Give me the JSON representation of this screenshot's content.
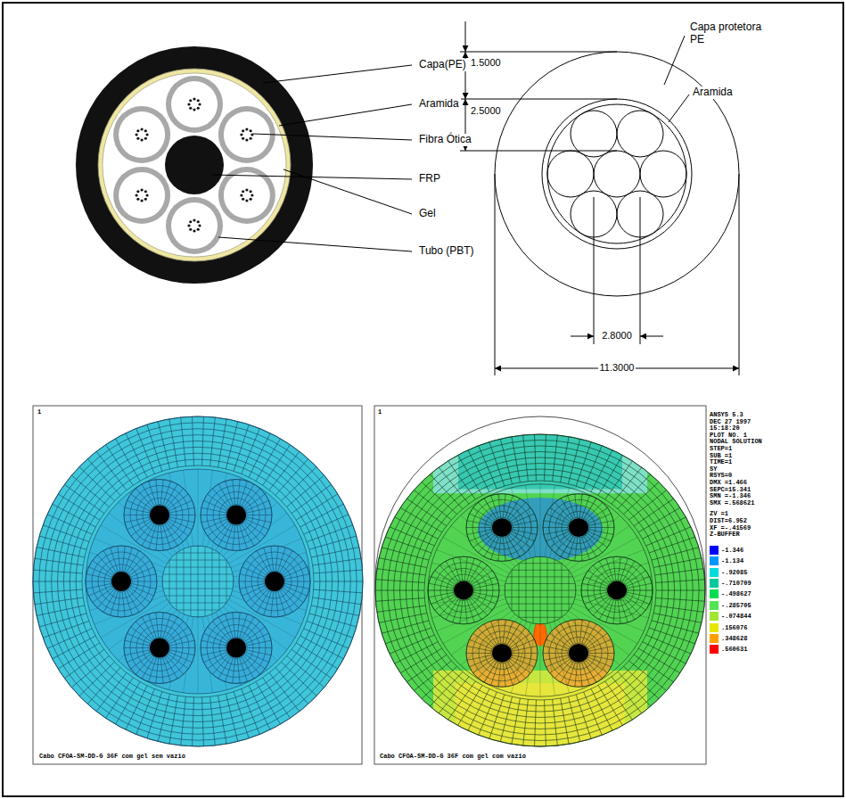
{
  "diagram": {
    "labels": [
      "Capa(PE)",
      "Aramida",
      "Fibra Ótica",
      "FRP",
      "Gel",
      "Tubo (PBT)",
      "1.5000",
      "2.5000",
      "Capa protetora PE",
      "Aramida",
      "2.8000",
      "11.3000",
      "1",
      "Cabo CFOA-SM-DD-G 36F com gel sem vazio",
      "1",
      "Cabo CFOA-SM-DD-G 36F com gel com vazio",
      "ANSYS 5.3",
      "DEC 27 1997",
      "15:18:20",
      "PLOT NO. 1",
      "NODAL SOLUTION",
      "STEP=1",
      "SUB =1",
      "TIME=1",
      "SY",
      "RSYS=0",
      "DMX =1.466",
      "SEPC=15.341",
      "SMN =-1.346",
      "SMX =.568621",
      "ZV =1",
      "DIST=6.952",
      "XF =-.41569",
      "Z-BUFFER"
    ],
    "legend": [
      {
        "text": "-1.346",
        "color": "#0000ff"
      },
      {
        "text": "-1.134",
        "color": "#0096ff"
      },
      {
        "text": "-.92085",
        "color": "#00dcdc"
      },
      {
        "text": "-.710709",
        "color": "#00c89b"
      },
      {
        "text": "-.498627",
        "color": "#00dc50"
      },
      {
        "text": "-.285705",
        "color": "#50e650"
      },
      {
        "text": "-.074844",
        "color": "#a0e632"
      },
      {
        "text": ".156076",
        "color": "#e6e600"
      },
      {
        "text": ".348628",
        "color": "#ffa000"
      },
      {
        "text": ".560631",
        "color": "#ff0000"
      }
    ]
  }
}
